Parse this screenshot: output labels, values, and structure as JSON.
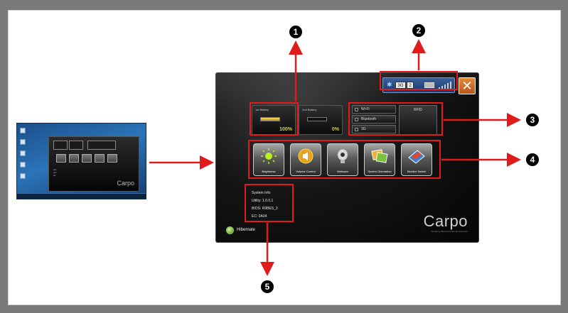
{
  "colors": {
    "annotation": "#e01b1b",
    "frame": "#7a7a7a"
  },
  "thumbnail": {
    "brand": "Carpo"
  },
  "app": {
    "status_tray": {
      "net_badge_1": "3G",
      "net_badge_2": "2",
      "icons": [
        "bluetooth-icon",
        "battery-icon",
        "signal-strength-icon"
      ]
    },
    "close_icon": "close-icon",
    "batteries": [
      {
        "label": "1st Battery",
        "percent": "100%",
        "level": 1.0
      },
      {
        "label": "2nd Battery",
        "percent": "0%",
        "level": 0.0
      }
    ],
    "comm": {
      "items": [
        "Wi-Fi",
        "Bluetooth",
        "3G"
      ],
      "rfid": "RFID"
    },
    "quick_buttons": [
      {
        "label": "Brightness",
        "icon": "brightness-icon"
      },
      {
        "label": "Volume Control",
        "icon": "volume-icon"
      },
      {
        "label": "Webcam",
        "icon": "webcam-icon"
      },
      {
        "label": "Screen Orientation",
        "icon": "screen-orientation-icon"
      },
      {
        "label": "Monitor Switch",
        "icon": "monitor-switch-icon"
      }
    ],
    "system_info": {
      "title": "System Info",
      "utility": "Utility: 1.0.0.1",
      "bios": "BIOS: R9BES_3",
      "ec": "EC: 0A04"
    },
    "hibernate": "Hibernate",
    "brand": "Carpo",
    "brand_tagline": "Design by Best International Computer"
  },
  "markers": [
    "1",
    "2",
    "3",
    "4",
    "5"
  ]
}
